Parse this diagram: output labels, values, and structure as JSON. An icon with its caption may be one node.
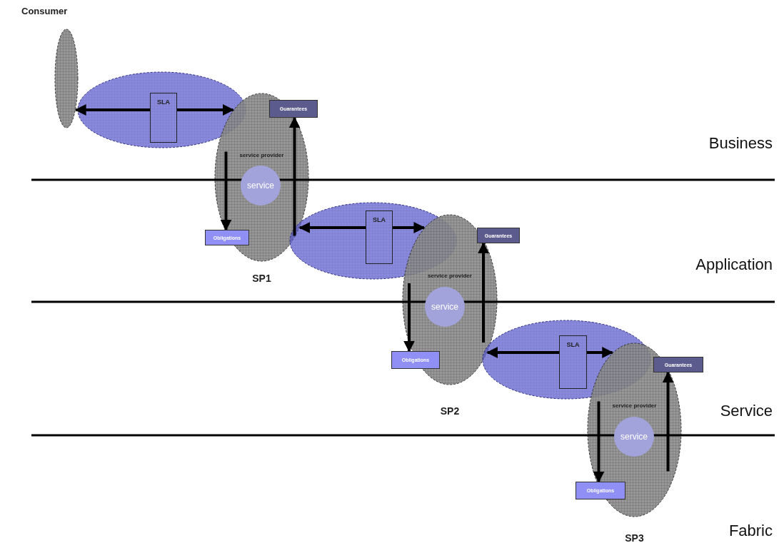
{
  "diagram": {
    "nodes": [
      {
        "text": [
          "Consumer"
        ]
      },
      {
        "text": [],
        "shape": "ellipse"
      },
      {
        "text": [
          "SLA"
        ],
        "in": 1
      },
      {
        "text": [
          "service provider"
        ],
        "beside": [
          "SP1"
        ]
      },
      {
        "text": [
          "service"
        ],
        "in": 3
      },
      {
        "text": [
          "Guarantees"
        ]
      },
      {
        "text": [
          "Obligations"
        ]
      },
      {
        "text": [],
        "shape": "ellipse"
      },
      {
        "text": [
          "SLA"
        ],
        "in": 7
      },
      {
        "text": [
          "service provider"
        ],
        "beside": [
          "SP2"
        ]
      },
      {
        "text": [
          "service"
        ],
        "in": 9
      },
      {
        "text": [
          "Guarantees"
        ]
      },
      {
        "text": [
          "Obligations"
        ]
      },
      {
        "text": [],
        "shape": "ellipse"
      },
      {
        "text": [
          "SLA"
        ],
        "in": 13
      },
      {
        "text": [
          "service provider"
        ],
        "beside": [
          "SP3"
        ]
      },
      {
        "text": [
          "service"
        ],
        "in": 15
      },
      {
        "text": [
          "Guarantees"
        ]
      },
      {
        "text": [
          "Obligations"
        ]
      }
    ],
    "edges": [
      {
        "from": 2,
        "to": 0,
        "arrow": "to"
      },
      {
        "from": 2,
        "to": 3,
        "arrow": "to"
      },
      {
        "from": 3,
        "to": 6,
        "arrow": "to"
      },
      {
        "from": 3,
        "to": 5,
        "arrow": "to"
      },
      {
        "from": 8,
        "to": 3,
        "arrow": "to"
      },
      {
        "from": 8,
        "to": 9,
        "arrow": "to"
      },
      {
        "from": 9,
        "to": 12,
        "arrow": "to"
      },
      {
        "from": 9,
        "to": 11,
        "arrow": "to"
      },
      {
        "from": 14,
        "to": 9,
        "arrow": "to"
      },
      {
        "from": 14,
        "to": 15,
        "arrow": "to"
      },
      {
        "from": 15,
        "to": 18,
        "arrow": "to"
      },
      {
        "from": 15,
        "to": 17,
        "arrow": "to"
      }
    ],
    "labels": [
      "Business",
      "Application",
      "Service",
      "Fabric"
    ]
  }
}
